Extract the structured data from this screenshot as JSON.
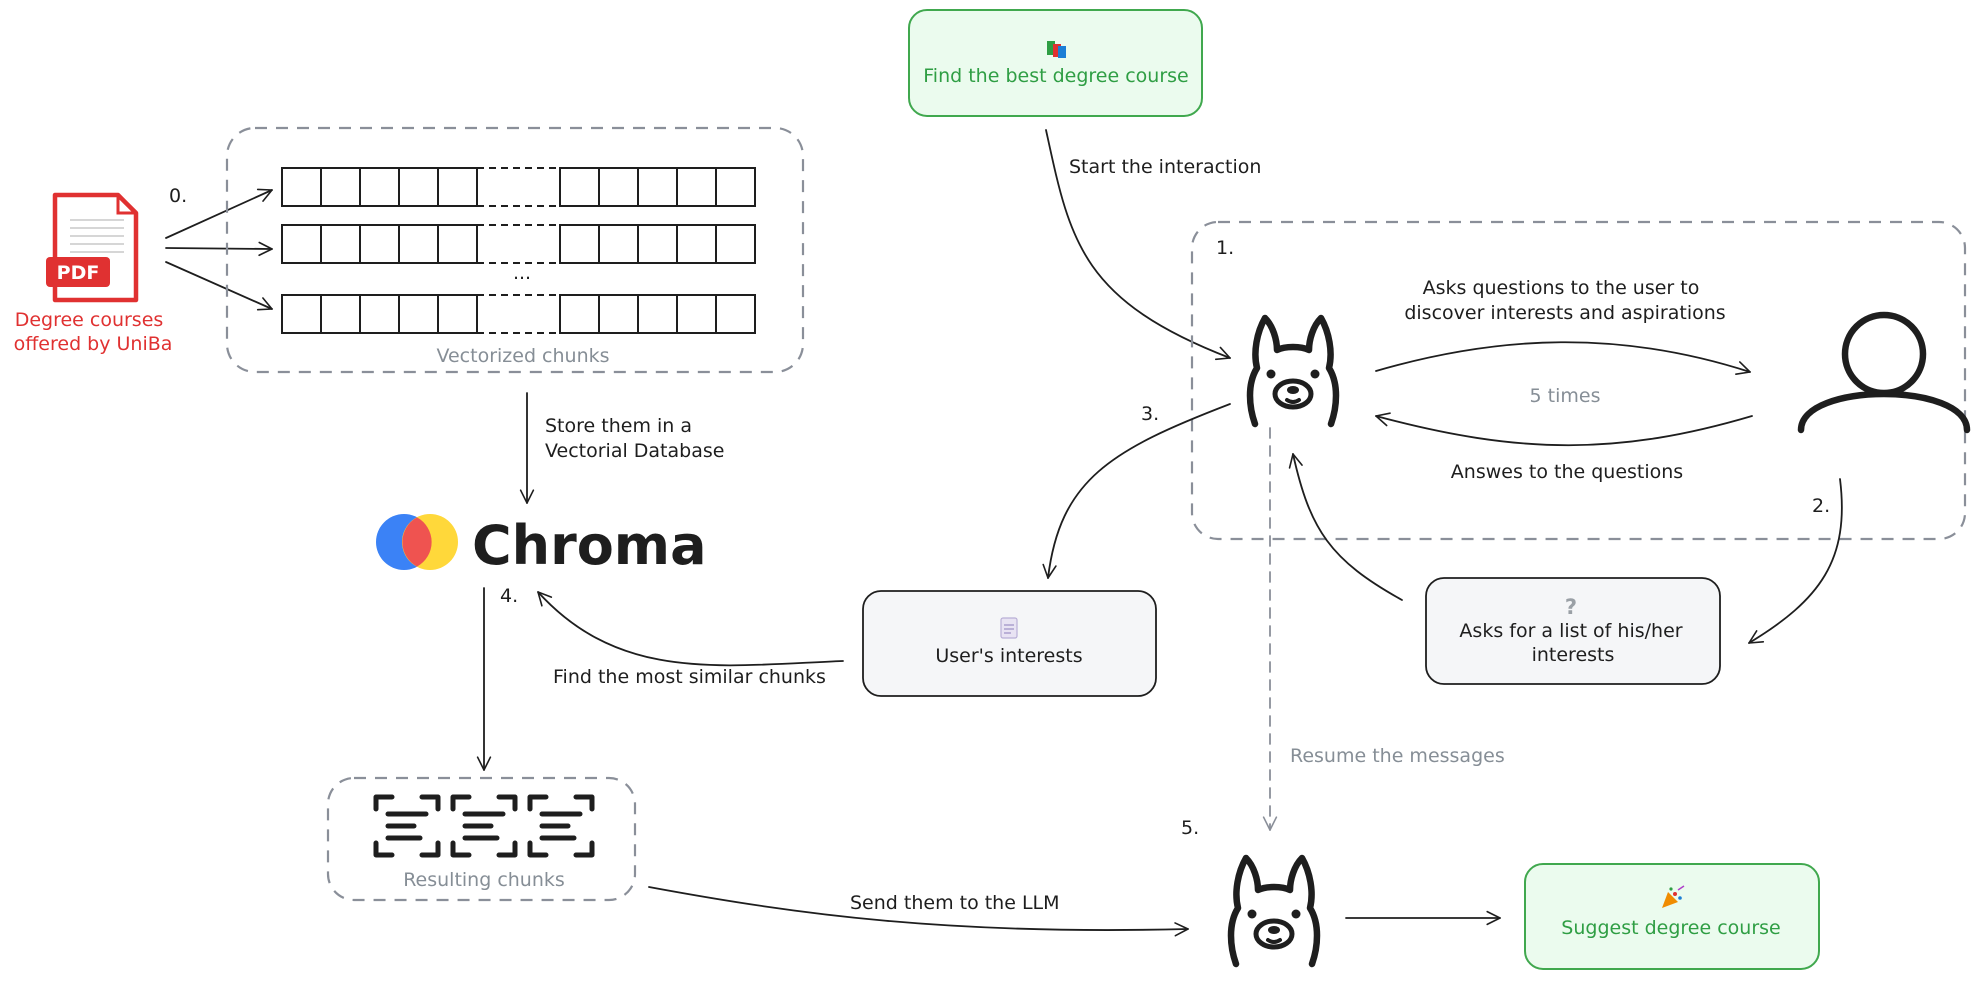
{
  "nodes": {
    "pdf_icon_text": "PDF",
    "pdf_caption_line1": "Degree courses",
    "pdf_caption_line2": "offered by UniBa",
    "vector_caption": "Vectorized chunks",
    "vector_ellipsis": "...",
    "chroma_label": "Chroma",
    "resulting_caption": "Resulting chunks",
    "find_best_course": "Find the best degree course",
    "user_interests": "User's interests",
    "ask_list_qmark": "?",
    "ask_list_line1": "Asks for a list of his/her",
    "ask_list_line2": "interests",
    "suggest_course": "Suggest degree course"
  },
  "edges": {
    "step0": "0.",
    "step1": "1.",
    "step2": "2.",
    "step3": "3.",
    "step4": "4.",
    "step5": "5.",
    "start_interaction": "Start the interaction",
    "store_line1": "Store them in a",
    "store_line2": "Vectorial Database",
    "asks_line1": "Asks questions to the user to",
    "asks_line2": "discover interests and aspirations",
    "five_times": "5 times",
    "answers": "Answes to the questions",
    "find_similar": "Find the most similar chunks",
    "resume_messages": "Resume the messages",
    "send_llm": "Send them to the LLM"
  },
  "icons": {
    "pdf": "pdf-file-icon",
    "chroma": "chroma-logo-icon",
    "llama": "ollama-llama-icon",
    "user": "user-icon",
    "books": "books-icon",
    "document": "document-icon",
    "party": "party-popper-icon",
    "chunk": "chunk-icon"
  },
  "colors": {
    "ink": "#1e1e1e",
    "gray": "#868e96",
    "red": "#e03131",
    "green_text": "#2f9e44",
    "green_fill": "#ebfbee",
    "green_stroke": "#40a84e",
    "note_fill": "#f5f6f8",
    "chroma_blue": "#3b82f6",
    "chroma_red": "#ef5350",
    "chroma_yellow": "#ffd83a"
  }
}
